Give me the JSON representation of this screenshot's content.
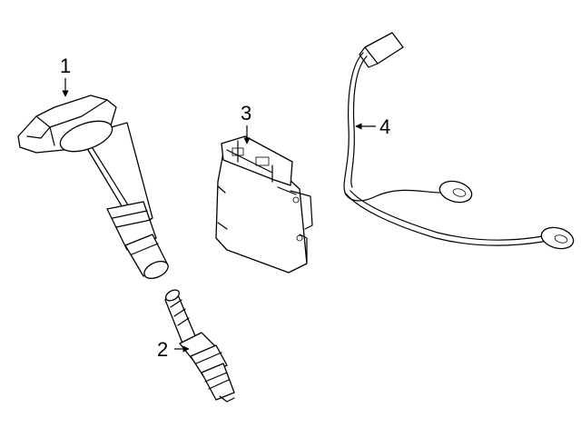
{
  "callouts": {
    "c1": "1",
    "c2": "2",
    "c3": "3",
    "c4": "4"
  },
  "parts": {
    "ignition_coil": "ignition-coil-drawing",
    "spark_plug": "spark-plug-drawing",
    "control_module": "control-module-drawing",
    "sensor_harness": "knock-sensor-harness-drawing"
  }
}
